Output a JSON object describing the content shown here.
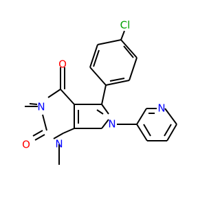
{
  "colors": {
    "background": "#ffffff",
    "carbon_bond": "#000000",
    "oxygen": "#ff0000",
    "nitrogen": "#0000ff",
    "chlorine": "#00a000",
    "methyl": "#000000"
  },
  "labels": {
    "cl": "Cl",
    "o4": "O",
    "o2": "O",
    "n3": "N",
    "n1": "N",
    "n6": "N",
    "npy": "N"
  }
}
